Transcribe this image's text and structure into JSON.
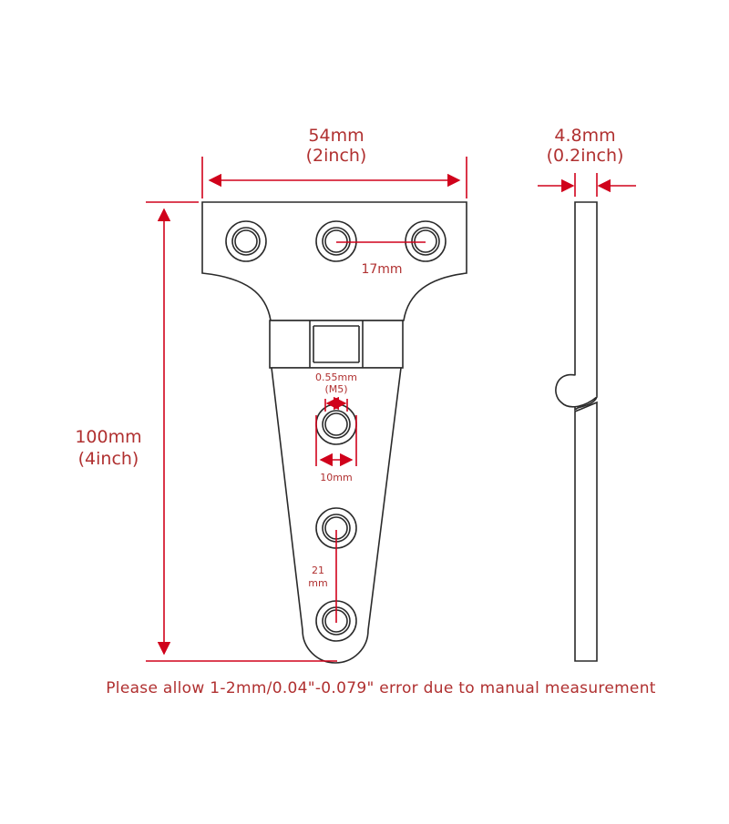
{
  "colors": {
    "dimension_line": "#d0021b",
    "dimension_text": "#b03030",
    "outline": "#2a2a2a",
    "background": "#ffffff"
  },
  "dimensions": {
    "width_mm": "54mm",
    "width_in": "(2inch)",
    "thickness_mm": "4.8mm",
    "thickness_in": "(0.2inch)",
    "height_mm": "100mm",
    "height_in": "(4inch)",
    "top_hole_spacing": "17mm",
    "hole_diameter": "0.55mm",
    "hole_thread": "(M5)",
    "hole_outer": "10mm",
    "strap_hole_spacing_value": "21",
    "strap_hole_spacing_unit": "mm"
  },
  "note": "Please allow 1-2mm/0.04\"-0.079\" error due to manual measurement"
}
